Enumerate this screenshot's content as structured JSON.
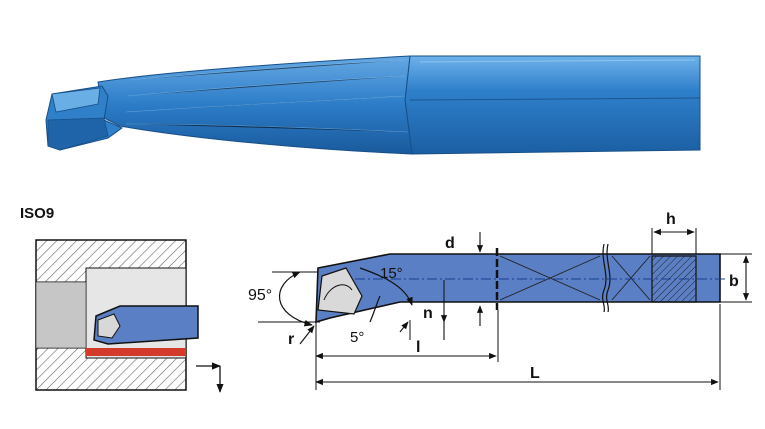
{
  "standard": "ISO9",
  "labels": {
    "d": "d",
    "h": "h",
    "b": "b",
    "n": "n",
    "r": "r",
    "l": "l",
    "L": "L",
    "angle_95": "95°",
    "angle_15": "15°",
    "angle_5": "5°"
  },
  "colors": {
    "tool_blue": "#2f7fc9",
    "tool_blue_dark": "#1e5f9e",
    "tool_blue_light": "#5aa3e0",
    "section_fill": "#5b7fc4",
    "hatch": "#555555",
    "bore_gray": "#c8c8c8",
    "chip_red": "#d23a2a",
    "axis_blue": "#1a3f8f"
  }
}
